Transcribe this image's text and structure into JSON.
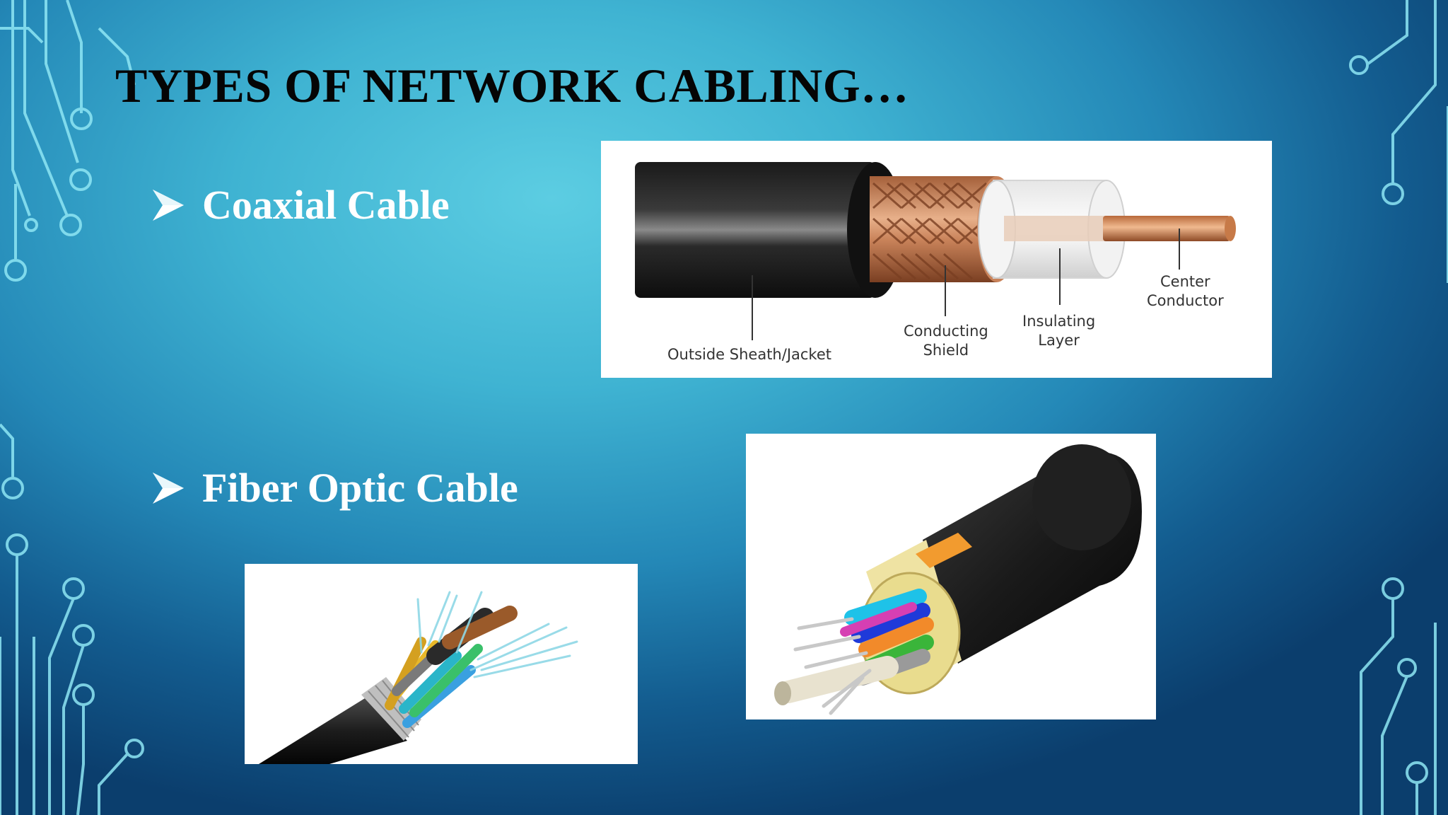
{
  "slide": {
    "title": "TYPES OF NETWORK CABLING…",
    "colors": {
      "background_light": "#5ccde2",
      "background_dark": "#0b3e6d",
      "circuit_line": "#8ee6f4",
      "title_text": "#050505",
      "bullet_text": "#ffffff"
    },
    "bullets": [
      {
        "icon": "arrow-bullet-icon",
        "label": "Coaxial Cable"
      },
      {
        "icon": "arrow-bullet-icon",
        "label": "Fiber Optic Cable"
      }
    ],
    "coax_diagram": {
      "labels": {
        "outside_sheath": "Outside Sheath/Jacket",
        "conducting_shield_1": "Conducting",
        "conducting_shield_2": "Shield",
        "insulating_layer_1": "Insulating",
        "insulating_layer_2": "Layer",
        "center_conductor_1": "Center",
        "center_conductor_2": "Conductor"
      }
    }
  }
}
